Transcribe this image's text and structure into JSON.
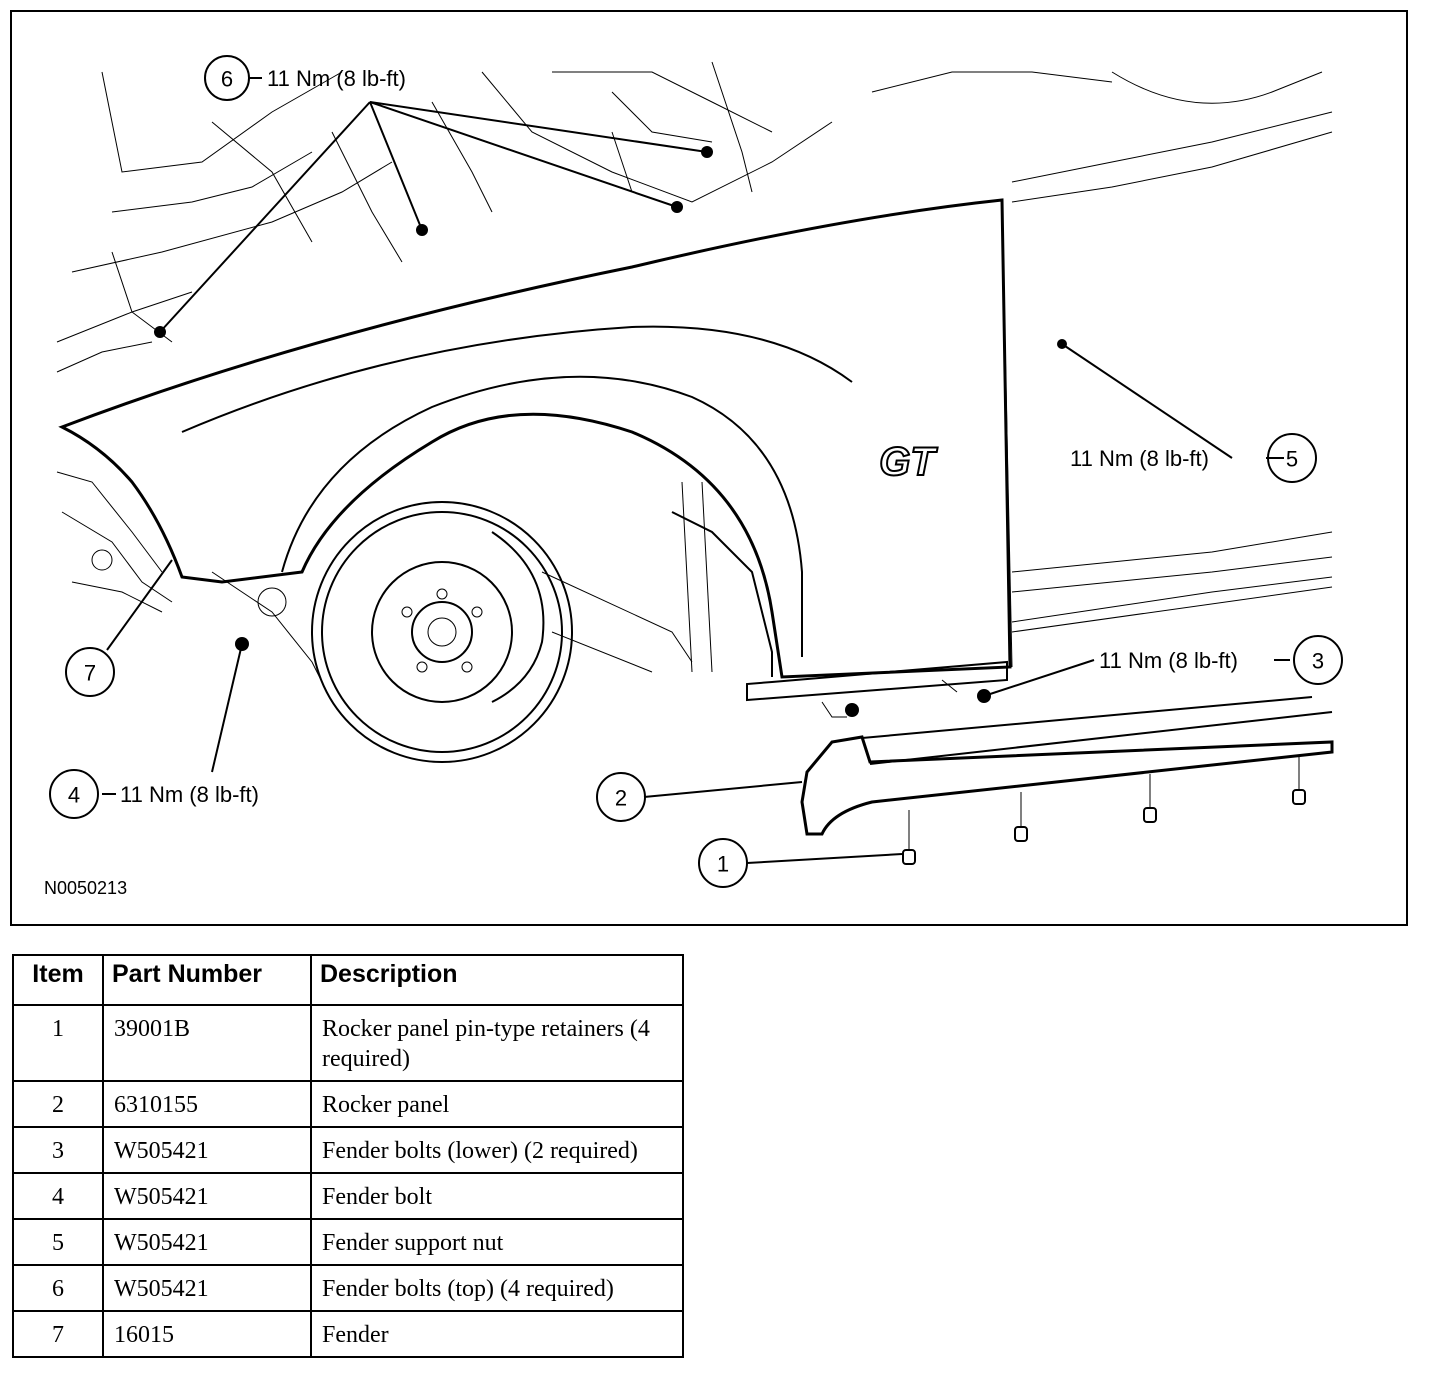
{
  "figure": {
    "id": "N0050213",
    "emblem": "GT",
    "callouts": [
      {
        "num": "1",
        "torque": ""
      },
      {
        "num": "2",
        "torque": ""
      },
      {
        "num": "3",
        "torque": "11 Nm (8 lb-ft)"
      },
      {
        "num": "4",
        "torque": "11 Nm (8 lb-ft)"
      },
      {
        "num": "5",
        "torque": "11 Nm (8 lb-ft)"
      },
      {
        "num": "6",
        "torque": "11 Nm (8 lb-ft)"
      },
      {
        "num": "7",
        "torque": ""
      }
    ]
  },
  "table": {
    "headers": [
      "Item",
      "Part Number",
      "Description"
    ],
    "rows": [
      {
        "item": "1",
        "part": "39001B",
        "desc": "Rocker panel pin-type retainers (4 required)"
      },
      {
        "item": "2",
        "part": "6310155",
        "desc": "Rocker panel"
      },
      {
        "item": "3",
        "part": "W505421",
        "desc": "Fender bolts (lower) (2 required)"
      },
      {
        "item": "4",
        "part": "W505421",
        "desc": "Fender bolt"
      },
      {
        "item": "5",
        "part": "W505421",
        "desc": "Fender support nut"
      },
      {
        "item": "6",
        "part": "W505421",
        "desc": "Fender bolts (top) (4 required)"
      },
      {
        "item": "7",
        "part": "16015",
        "desc": "Fender"
      }
    ]
  }
}
